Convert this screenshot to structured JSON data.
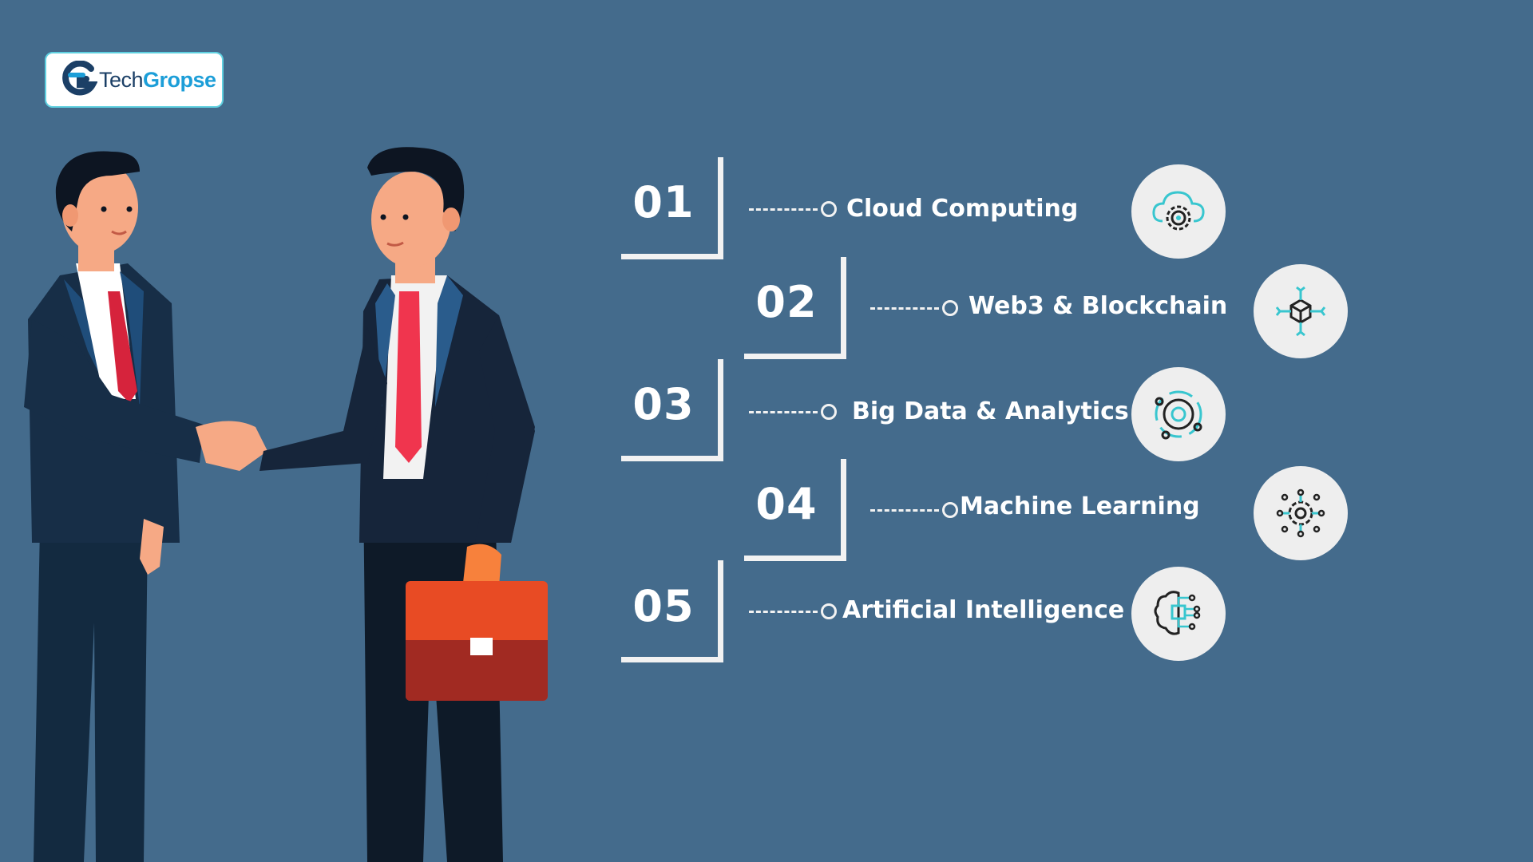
{
  "brand": {
    "name_part1": "Tech",
    "name_part2": "Gropse",
    "colors": {
      "dark": "#1b3f66",
      "accent": "#1c9ed8"
    }
  },
  "background_color": "#446b8c",
  "illustration": "two-businessmen-handshake-with-briefcase",
  "items": [
    {
      "number": "01",
      "label": "Cloud Computing",
      "icon": "cloud-gear-icon"
    },
    {
      "number": "02",
      "label": "Web3 & Blockchain",
      "icon": "blockchain-cube-icon"
    },
    {
      "number": "03",
      "label": "Big Data & Analytics",
      "icon": "big-data-analytics-icon"
    },
    {
      "number": "04",
      "label": "Machine Learning",
      "icon": "machine-learning-gear-icon"
    },
    {
      "number": "05",
      "label": "Artificial Intelligence",
      "icon": "ai-brain-chip-icon"
    }
  ]
}
